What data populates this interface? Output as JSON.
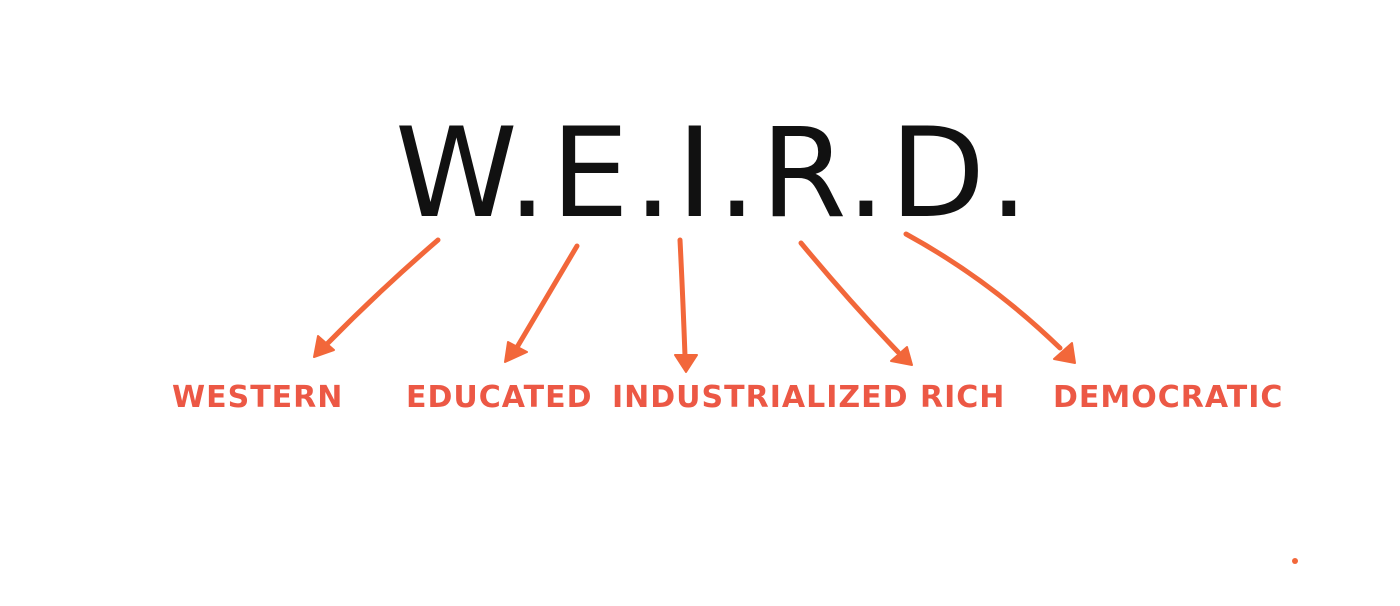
{
  "diagram": {
    "title": "W.E.I.R.D.",
    "terms": [
      {
        "label": "WESTERN"
      },
      {
        "label": "EDUCATED"
      },
      {
        "label": "INDUSTRIALIZED"
      },
      {
        "label": "RICH"
      },
      {
        "label": "DEMOCRATIC"
      }
    ]
  },
  "colors": {
    "title": "#111111",
    "terms": "#ec5845",
    "arrows": "#f2673a",
    "background": "#ffffff"
  }
}
